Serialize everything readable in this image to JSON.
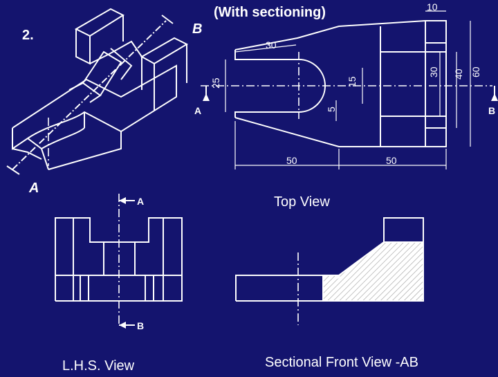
{
  "problem_number": "2.",
  "subtitle": "(With sectioning)",
  "cutting_plane": {
    "label_a": "A",
    "label_b": "B"
  },
  "dimensions": {
    "top_10": "10",
    "d_30_top": "30",
    "d_25": "25",
    "d_15": "15",
    "d_30_vert": "30",
    "d_40": "40",
    "d_60": "60",
    "d_5": "5",
    "d_50_left": "50",
    "d_50_right": "50"
  },
  "views": {
    "top_view": "Top View",
    "lhs_view": "L.H.S. View",
    "sectional_front": "Sectional Front View -AB"
  },
  "colors": {
    "background": "#14146e",
    "ink": "#ffffff",
    "hatch": "#c8c8c8"
  }
}
